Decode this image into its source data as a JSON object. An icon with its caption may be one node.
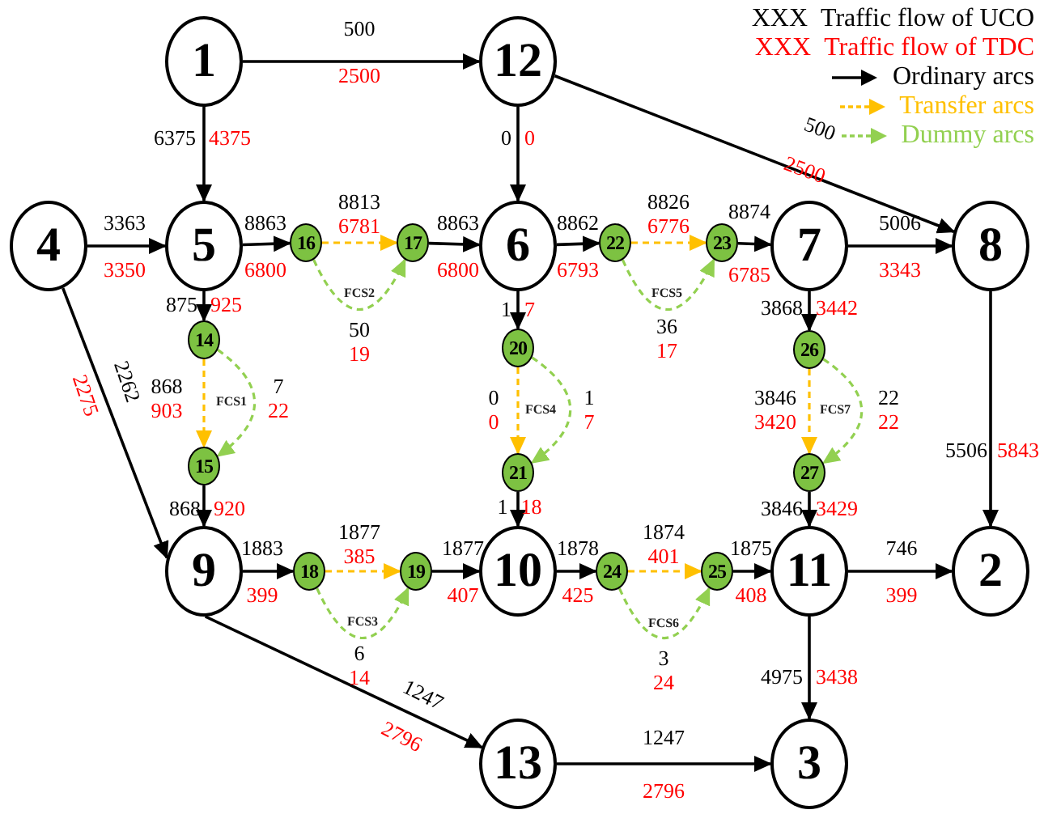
{
  "diagram": {
    "nodes": [
      {
        "text": [
          "1"
        ]
      },
      {
        "text": [
          "2"
        ]
      },
      {
        "text": [
          "3"
        ]
      },
      {
        "text": [
          "4"
        ]
      },
      {
        "text": [
          "5"
        ]
      },
      {
        "text": [
          "6"
        ]
      },
      {
        "text": [
          "7"
        ]
      },
      {
        "text": [
          "8"
        ]
      },
      {
        "text": [
          "9"
        ]
      },
      {
        "text": [
          "10"
        ]
      },
      {
        "text": [
          "11"
        ]
      },
      {
        "text": [
          "12"
        ]
      },
      {
        "text": [
          "13"
        ]
      },
      {
        "text": [
          "14"
        ]
      },
      {
        "text": [
          "15"
        ]
      },
      {
        "text": [
          "16"
        ]
      },
      {
        "text": [
          "17"
        ]
      },
      {
        "text": [
          "18"
        ]
      },
      {
        "text": [
          "19"
        ]
      },
      {
        "text": [
          "20"
        ]
      },
      {
        "text": [
          "21"
        ]
      },
      {
        "text": [
          "22"
        ]
      },
      {
        "text": [
          "23"
        ]
      },
      {
        "text": [
          "24"
        ]
      },
      {
        "text": [
          "25"
        ]
      },
      {
        "text": [
          "26"
        ]
      },
      {
        "text": [
          "27"
        ]
      }
    ],
    "edges": [
      {
        "from": 0,
        "to": 11,
        "arrow": "to",
        "label": "500 2500"
      },
      {
        "from": 0,
        "to": 4,
        "arrow": "to",
        "label": "6375 4375"
      },
      {
        "from": 11,
        "to": 5,
        "arrow": "to",
        "label": "0 0"
      },
      {
        "from": 11,
        "to": 7,
        "arrow": "to",
        "label": "500 2500"
      },
      {
        "from": 3,
        "to": 4,
        "arrow": "to",
        "label": "3363 3350"
      },
      {
        "from": 3,
        "to": 8,
        "arrow": "to",
        "label": "2262 2275"
      },
      {
        "from": 4,
        "to": 15,
        "arrow": "to",
        "label": "8863 6800"
      },
      {
        "from": 15,
        "to": 16,
        "arrow": "to",
        "label": "8813 6781",
        "style": "dashed",
        "color": "#ffc000"
      },
      {
        "from": 15,
        "to": 16,
        "arrow": "to",
        "label": "50 19",
        "style": "dashed",
        "color": "#92d050"
      },
      {
        "from": 16,
        "to": 5,
        "arrow": "to",
        "label": "8863 6800"
      },
      {
        "from": 5,
        "to": 21,
        "arrow": "to",
        "label": "8862 6793"
      },
      {
        "from": 21,
        "to": 22,
        "arrow": "to",
        "label": "8826 6776",
        "style": "dashed",
        "color": "#ffc000"
      },
      {
        "from": 21,
        "to": 22,
        "arrow": "to",
        "label": "36 17",
        "style": "dashed",
        "color": "#92d050"
      },
      {
        "from": 22,
        "to": 6,
        "arrow": "to",
        "label": "8874 6785"
      },
      {
        "from": 6,
        "to": 7,
        "arrow": "to",
        "label": "5006 3343"
      },
      {
        "from": 4,
        "to": 13,
        "arrow": "to",
        "label": "875 925"
      },
      {
        "from": 13,
        "to": 14,
        "arrow": "to",
        "label": "868 903",
        "style": "dashed",
        "color": "#ffc000"
      },
      {
        "from": 13,
        "to": 14,
        "arrow": "to",
        "label": "7 22",
        "style": "dashed",
        "color": "#92d050"
      },
      {
        "from": 14,
        "to": 8,
        "arrow": "to",
        "label": "868 920"
      },
      {
        "from": 5,
        "to": 19,
        "arrow": "to",
        "label": "1 7"
      },
      {
        "from": 19,
        "to": 20,
        "arrow": "to",
        "label": "0 0",
        "style": "dashed",
        "color": "#ffc000"
      },
      {
        "from": 19,
        "to": 20,
        "arrow": "to",
        "label": "1 7",
        "style": "dashed",
        "color": "#92d050"
      },
      {
        "from": 20,
        "to": 9,
        "arrow": "to",
        "label": "1 18"
      },
      {
        "from": 6,
        "to": 25,
        "arrow": "to",
        "label": "3868 3442"
      },
      {
        "from": 25,
        "to": 26,
        "arrow": "to",
        "label": "3846 3420",
        "style": "dashed",
        "color": "#ffc000"
      },
      {
        "from": 25,
        "to": 26,
        "arrow": "to",
        "label": "22 22",
        "style": "dashed",
        "color": "#92d050"
      },
      {
        "from": 26,
        "to": 10,
        "arrow": "to",
        "label": "3846 3429"
      },
      {
        "from": 7,
        "to": 1,
        "arrow": "to",
        "label": "5506 5843"
      },
      {
        "from": 8,
        "to": 17,
        "arrow": "to",
        "label": "1883 399"
      },
      {
        "from": 17,
        "to": 18,
        "arrow": "to",
        "label": "1877 385",
        "style": "dashed",
        "color": "#ffc000"
      },
      {
        "from": 17,
        "to": 18,
        "arrow": "to",
        "label": "6 14",
        "style": "dashed",
        "color": "#92d050"
      },
      {
        "from": 18,
        "to": 9,
        "arrow": "to",
        "label": "1877 407"
      },
      {
        "from": 9,
        "to": 23,
        "arrow": "to",
        "label": "1878 425"
      },
      {
        "from": 23,
        "to": 24,
        "arrow": "to",
        "label": "1874 401",
        "style": "dashed",
        "color": "#ffc000"
      },
      {
        "from": 23,
        "to": 24,
        "arrow": "to",
        "label": "3 24",
        "style": "dashed",
        "color": "#92d050"
      },
      {
        "from": 24,
        "to": 10,
        "arrow": "to",
        "label": "1875 408"
      },
      {
        "from": 10,
        "to": 1,
        "arrow": "to",
        "label": "746 399"
      },
      {
        "from": 10,
        "to": 2,
        "arrow": "to",
        "label": "4975 3438"
      },
      {
        "from": 8,
        "to": 12,
        "arrow": "to",
        "label": "1247 2796"
      },
      {
        "from": 12,
        "to": 2,
        "arrow": "to",
        "label": "1247 2796"
      }
    ],
    "labels": [
      "FCS1",
      "FCS2",
      "FCS3",
      "FCS4",
      "FCS5",
      "FCS6",
      "FCS7",
      "XXX",
      "XXX"
    ],
    "legend": [
      {
        "text": "Traffic flow of UCO",
        "color": "#000000"
      },
      {
        "text": "Traffic flow of TDC",
        "color": "#ff0000"
      },
      {
        "text": "Ordinary arcs",
        "color": "#000000"
      },
      {
        "text": "Transfer arcs",
        "color": "#ffc000"
      },
      {
        "text": "Dummy arcs",
        "color": "#92d050"
      }
    ]
  }
}
